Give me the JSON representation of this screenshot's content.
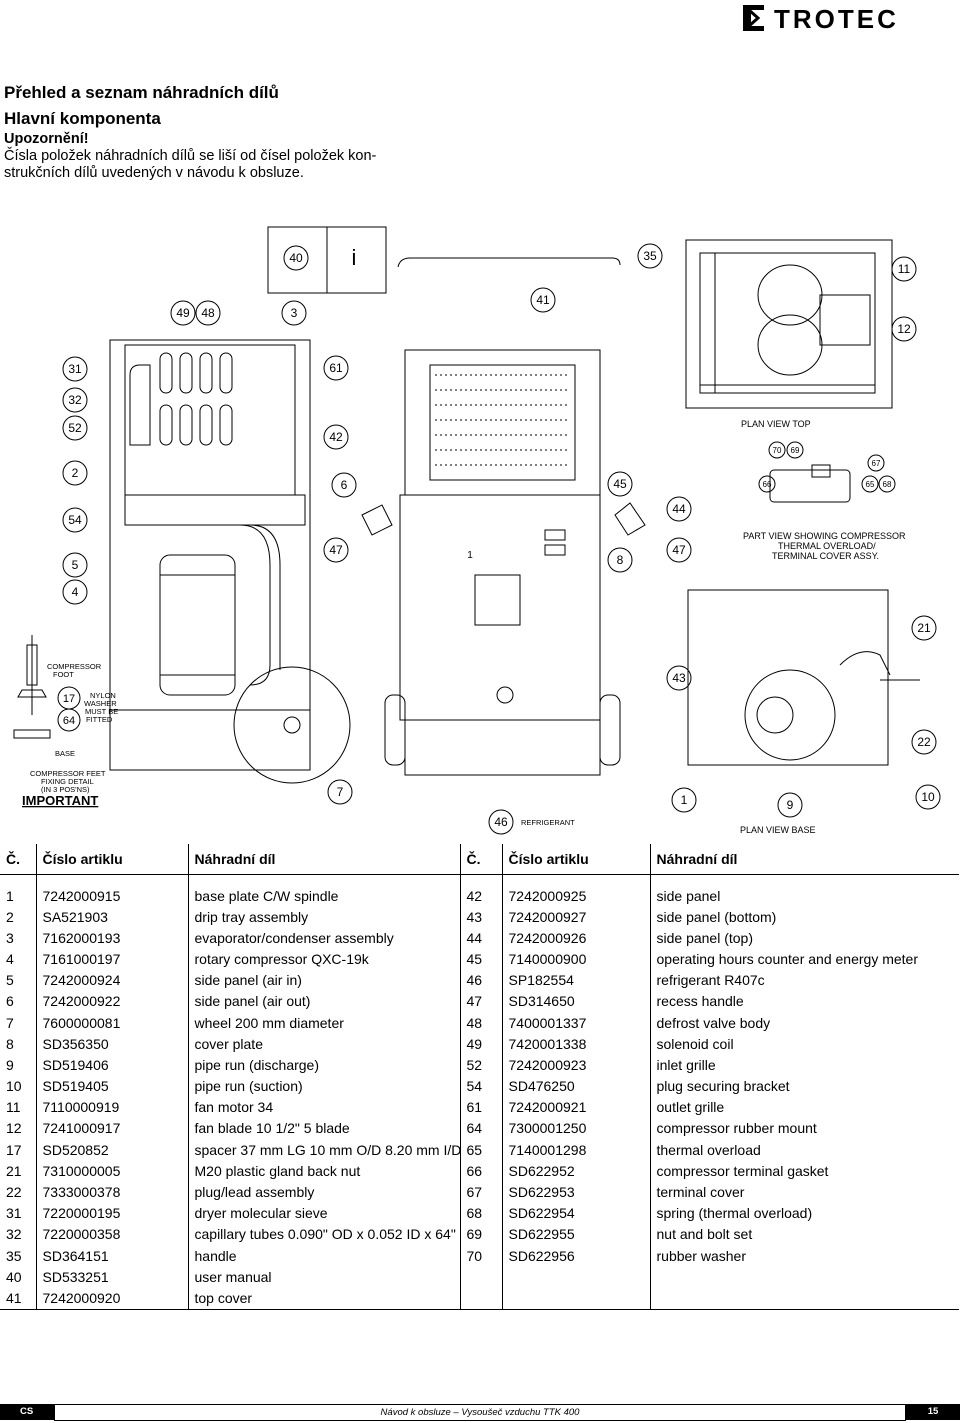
{
  "brand": {
    "name": "TROTEC"
  },
  "heading": {
    "line1": "Přehled a seznam náhradních dílů",
    "line2": "Hlavní komponenta"
  },
  "notice": {
    "title": "Upozornění!",
    "text": "Čísla položek náhradních dílů se liší od čísel položek kon-strukčních dílů uvedených v návodu k obsluze."
  },
  "diagram": {
    "callouts_top": [
      "40",
      "i",
      "35",
      "11",
      "49",
      "48",
      "3",
      "41",
      "12"
    ],
    "callouts_left": [
      "31",
      "32",
      "52",
      "2",
      "54",
      "5",
      "4"
    ],
    "callouts_mid": [
      "61",
      "42",
      "6",
      "47",
      "45",
      "44",
      "8",
      "47",
      "1",
      "43",
      "21",
      "22",
      "7",
      "46",
      "1",
      "9",
      "10",
      "17",
      "64"
    ],
    "callouts_detail": [
      "70",
      "69",
      "67",
      "66",
      "65",
      "68"
    ],
    "labels": {
      "plan_view_top": "PLAN VIEW TOP",
      "part_view_1": "PART VIEW SHOWING COMPRESSOR",
      "part_view_2": "THERMAL OVERLOAD/",
      "part_view_3": "TERMINAL COVER ASSY.",
      "compressor_foot_1": "COMPRESSOR",
      "compressor_foot_2": "FOOT",
      "nylon_1": "NYLON",
      "nylon_2": "WASHER",
      "nylon_3": "MUST BE",
      "nylon_4": "FITTED",
      "base": "BASE",
      "feet_1": "COMPRESSOR FEET",
      "feet_2": "FIXING DETAIL",
      "feet_3": "(IN 3 POS'NS)",
      "important": "IMPORTANT",
      "refrigerant": "REFRIGERANT",
      "plan_view_base": "PLAN VIEW BASE"
    }
  },
  "table": {
    "headers": [
      "Č.",
      "Číslo artiklu",
      "Náhradní díl",
      "Č.",
      "Číslo artiklu",
      "Náhradní díl"
    ],
    "rows": [
      [
        "1",
        "7242000915",
        "base plate C/W spindle",
        "42",
        "7242000925",
        "side panel"
      ],
      [
        "2",
        "SA521903",
        "drip tray assembly",
        "43",
        "7242000927",
        "side panel (bottom)"
      ],
      [
        "3",
        "7162000193",
        "evaporator/condenser assembly",
        "44",
        "7242000926",
        "side panel (top)"
      ],
      [
        "4",
        "7161000197",
        "rotary compressor QXC-19k",
        "45",
        "7140000900",
        "operating hours counter and energy meter"
      ],
      [
        "5",
        "7242000924",
        "side panel (air in)",
        "46",
        "SP182554",
        "refrigerant R407c"
      ],
      [
        "6",
        "7242000922",
        "side panel (air out)",
        "47",
        "SD314650",
        "recess handle"
      ],
      [
        "7",
        "7600000081",
        "wheel 200 mm diameter",
        "48",
        "7400001337",
        "defrost valve body"
      ],
      [
        "8",
        "SD356350",
        "cover plate",
        "49",
        "7420001338",
        "solenoid coil"
      ],
      [
        "9",
        "SD519406",
        "pipe run (discharge)",
        "52",
        "7242000923",
        "inlet grille"
      ],
      [
        "10",
        "SD519405",
        "pipe run (suction)",
        "54",
        "SD476250",
        "plug securing bracket"
      ],
      [
        "11",
        "7110000919",
        "fan motor 34",
        "61",
        "7242000921",
        "outlet grille"
      ],
      [
        "12",
        "7241000917",
        "fan blade 10 1/2\" 5 blade",
        "64",
        "7300001250",
        "compressor rubber mount"
      ],
      [
        "17",
        "SD520852",
        "spacer 37 mm LG 10 mm O/D 8.20 mm I/D",
        "65",
        "7140001298",
        "thermal overload"
      ],
      [
        "21",
        "7310000005",
        "M20 plastic gland back nut",
        "66",
        "SD622952",
        "compressor terminal gasket"
      ],
      [
        "22",
        "7333000378",
        "plug/lead assembly",
        "67",
        "SD622953",
        "terminal cover"
      ],
      [
        "31",
        "7220000195",
        "dryer molecular sieve",
        "68",
        "SD622954",
        "spring (thermal overload)"
      ],
      [
        "32",
        "7220000358",
        "capillary tubes 0.090\" OD x 0.052 ID x 64\"",
        "69",
        "SD622955",
        "nut and bolt set"
      ],
      [
        "35",
        "SD364151",
        "handle",
        "70",
        "SD622956",
        "rubber washer"
      ],
      [
        "40",
        "SD533251",
        "user manual",
        "",
        "",
        ""
      ],
      [
        "41",
        "7242000920",
        "top cover",
        "",
        "",
        ""
      ]
    ]
  },
  "footer": {
    "lang": "CS",
    "title": "Návod k obsluze – Vysoušeč vzduchu TTK 400",
    "page": "15"
  }
}
